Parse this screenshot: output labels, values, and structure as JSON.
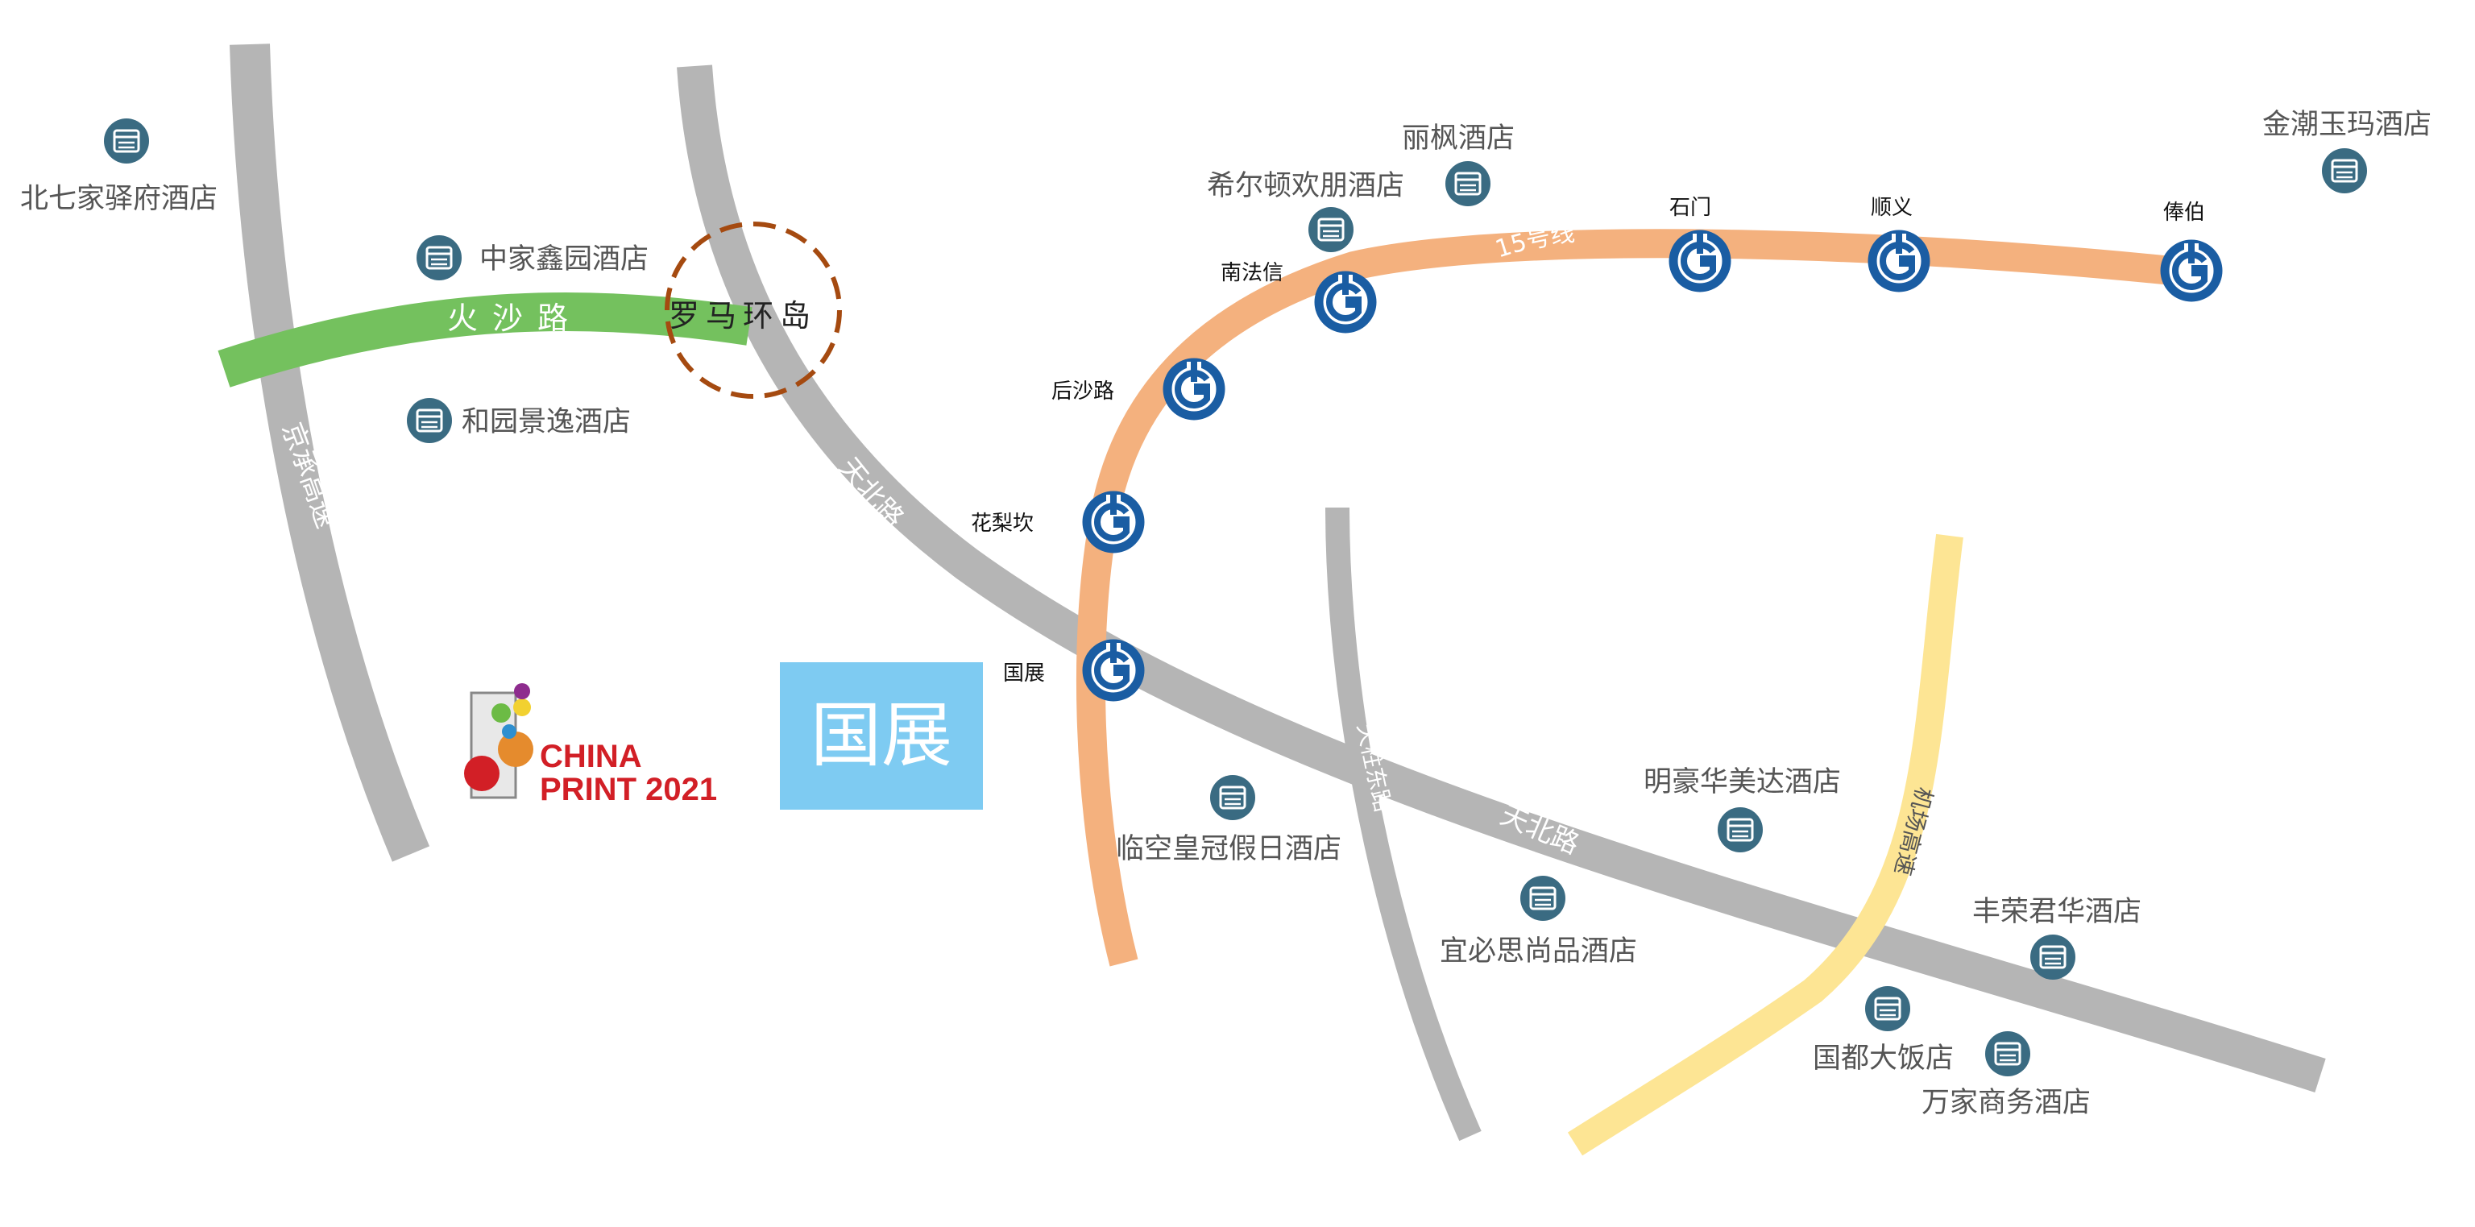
{
  "roads": {
    "jingcheng": {
      "label": "京承高速",
      "color": "#b5b5b5"
    },
    "tianbei": {
      "label": "天北路",
      "color": "#b5b5b5"
    },
    "tianzhu_east": {
      "label": "天柱东路",
      "color": "#b5b5b5"
    },
    "huosha": {
      "label": "火沙路",
      "color": "#74c15e"
    },
    "airport": {
      "label": "机场高速",
      "color": "#fde594"
    }
  },
  "roundabout": {
    "label": "罗马环岛",
    "color": "#a54a10"
  },
  "subway_line": {
    "label": "15号线",
    "color": "#f4b17e",
    "station_color": "#1a5da3"
  },
  "stations": [
    "国展",
    "花梨坎",
    "后沙路",
    "南法信",
    "石门",
    "顺义",
    "俸伯"
  ],
  "hotels": [
    "北七家驿府酒店",
    "中家鑫园酒店",
    "和园景逸酒店",
    "希尔顿欢朋酒店",
    "丽枫酒店",
    "金潮玉玛酒店",
    "临空皇冠假日酒店",
    "宜必思尚品酒店",
    "明豪华美达酒店",
    "丰荣君华酒店",
    "国都大饭店",
    "万家商务酒店"
  ],
  "hotel_icon": {
    "name": "hotel-icon",
    "color": "#3a6b82"
  },
  "expo": {
    "label": "国展",
    "color": "#7ecbf2"
  },
  "logo": {
    "line1": "CHINA",
    "line2": "PRINT 2021"
  }
}
